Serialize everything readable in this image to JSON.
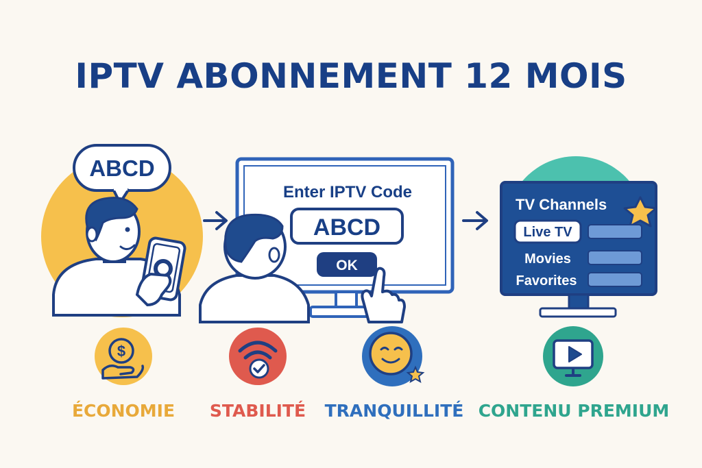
{
  "title": "IPTV ABONNEMENT 12 MOIS",
  "step1": {
    "bubble_code": "ABCD"
  },
  "step2": {
    "prompt": "Enter IPTV Code",
    "code_value": "ABCD",
    "ok_label": "OK"
  },
  "step3": {
    "header": "TV  Channels",
    "items": [
      "Live TV",
      "Movies",
      "Favorites"
    ]
  },
  "features": [
    {
      "label": "ÉCONOMIE",
      "icon": "dollar-hand-icon",
      "color": "#e8a93a"
    },
    {
      "label": "STABILITÉ",
      "icon": "wifi-check-icon",
      "color": "#df5a4e"
    },
    {
      "label": "TRANQUILLITÉ",
      "icon": "smiley-star-icon",
      "color": "#2f6fbd"
    },
    {
      "label": "CONTENU PREMIUM",
      "icon": "tv-play-icon",
      "color": "#2fa58e"
    }
  ],
  "colors": {
    "navy": "#183f86",
    "orange": "#f6c04c",
    "teal": "#4cc1ae",
    "skin": "#ffffff",
    "hair": "#1f4b8e"
  }
}
